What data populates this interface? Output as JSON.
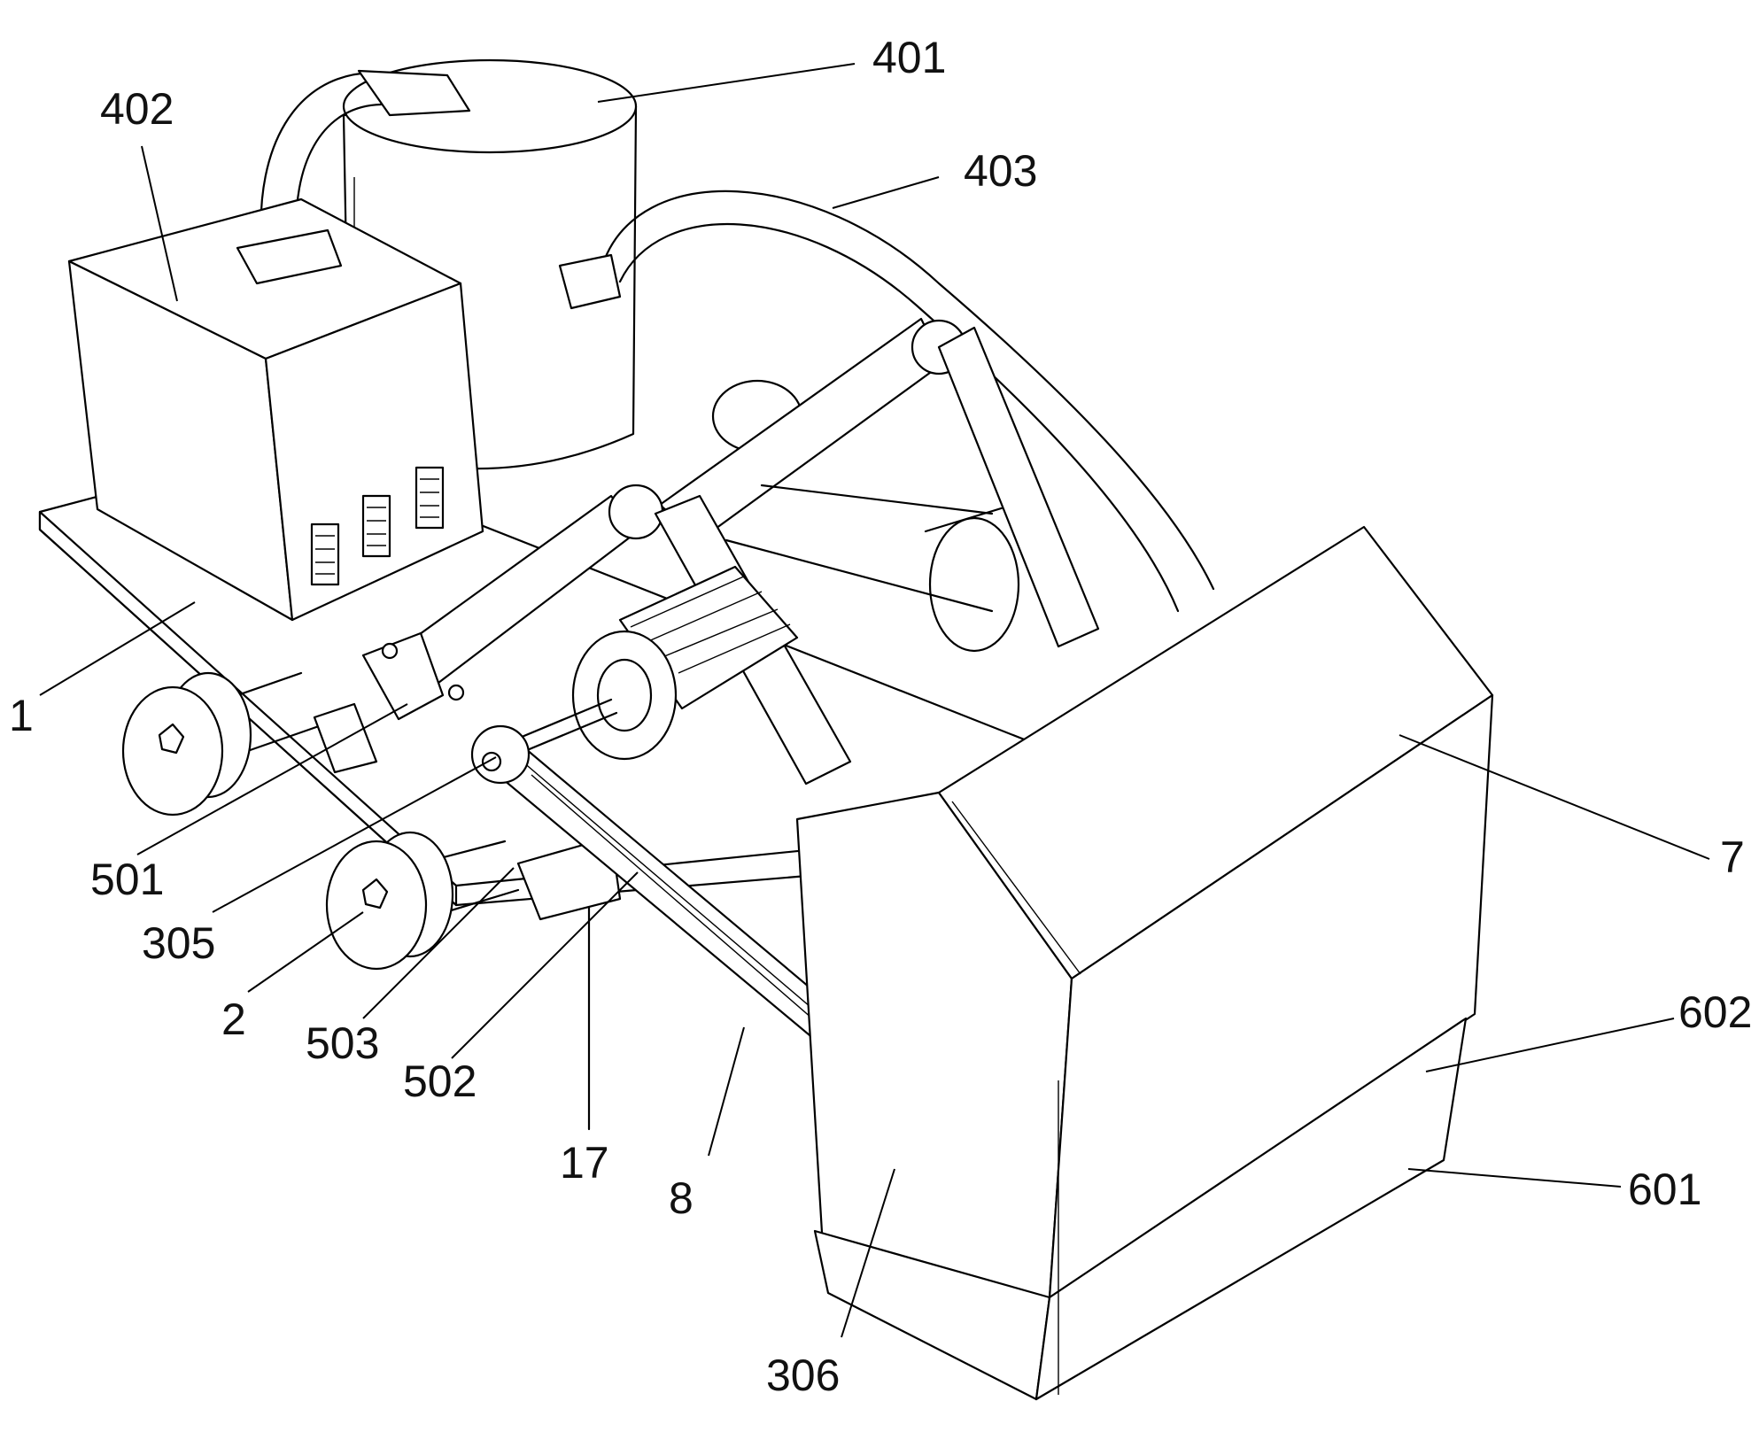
{
  "labels": {
    "l1": "1",
    "l2": "2",
    "l7": "7",
    "l8": "8",
    "l17": "17",
    "l305": "305",
    "l306": "306",
    "l401": "401",
    "l402": "402",
    "l403": "403",
    "l501": "501",
    "l502": "502",
    "l503": "503",
    "l601": "601",
    "l602": "602"
  }
}
